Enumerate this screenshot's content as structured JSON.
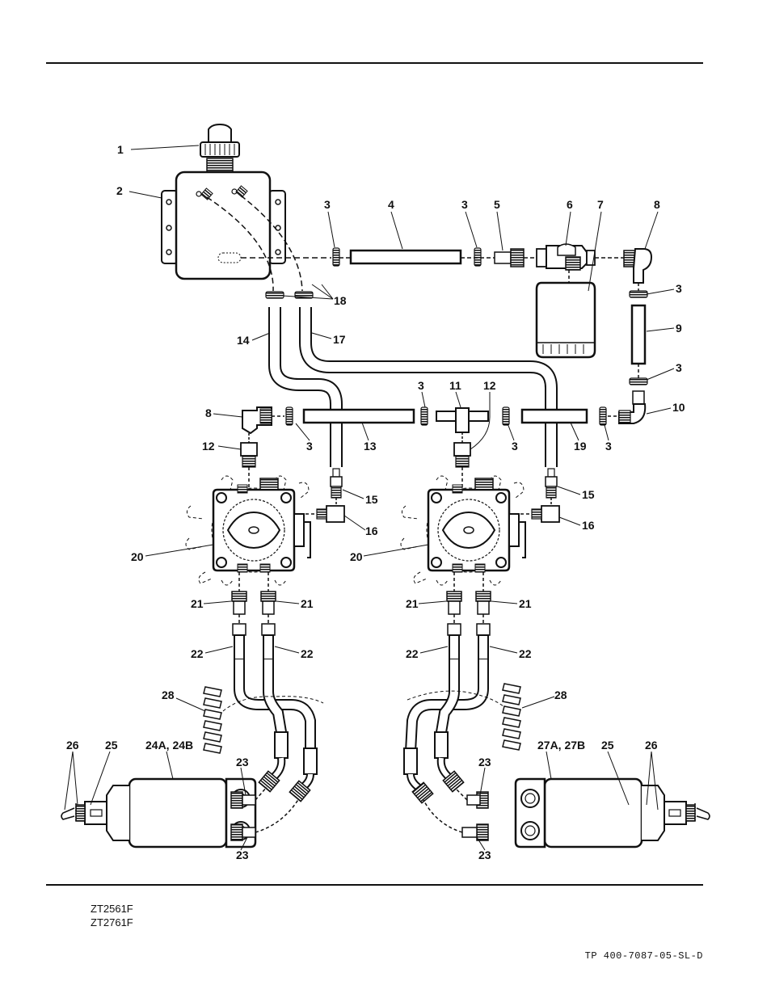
{
  "models": [
    "ZT2561F",
    "ZT2761F"
  ],
  "document_ref": "TP 400-7087-05-SL-D",
  "callouts": {
    "c1": "1",
    "c2": "2",
    "c3a": "3",
    "c4": "4",
    "c3b": "3",
    "c5": "5",
    "c6": "6",
    "c7": "7",
    "c8a": "8",
    "c3c": "3",
    "c9": "9",
    "c3d": "3",
    "c10": "10",
    "c18": "18",
    "c14": "14",
    "c17": "17",
    "c3e": "3",
    "c11": "11",
    "c12a": "12",
    "c8b": "8",
    "c12b": "12",
    "c3f": "3",
    "c13": "13",
    "c3g": "3",
    "c19": "19",
    "c3h": "3",
    "c15a": "15",
    "c16a": "16",
    "c15b": "15",
    "c16b": "16",
    "c20a": "20",
    "c20b": "20",
    "c21a": "21",
    "c21b": "21",
    "c21c": "21",
    "c21d": "21",
    "c22a": "22",
    "c22b": "22",
    "c22c": "22",
    "c22d": "22",
    "c28a": "28",
    "c28b": "28",
    "c26a": "26",
    "c25a": "25",
    "c24": "24A, 24B",
    "c27": "27A, 27B",
    "c25b": "25",
    "c26b": "26",
    "c23a": "23",
    "c23b": "23",
    "c23c": "23",
    "c23d": "23"
  }
}
